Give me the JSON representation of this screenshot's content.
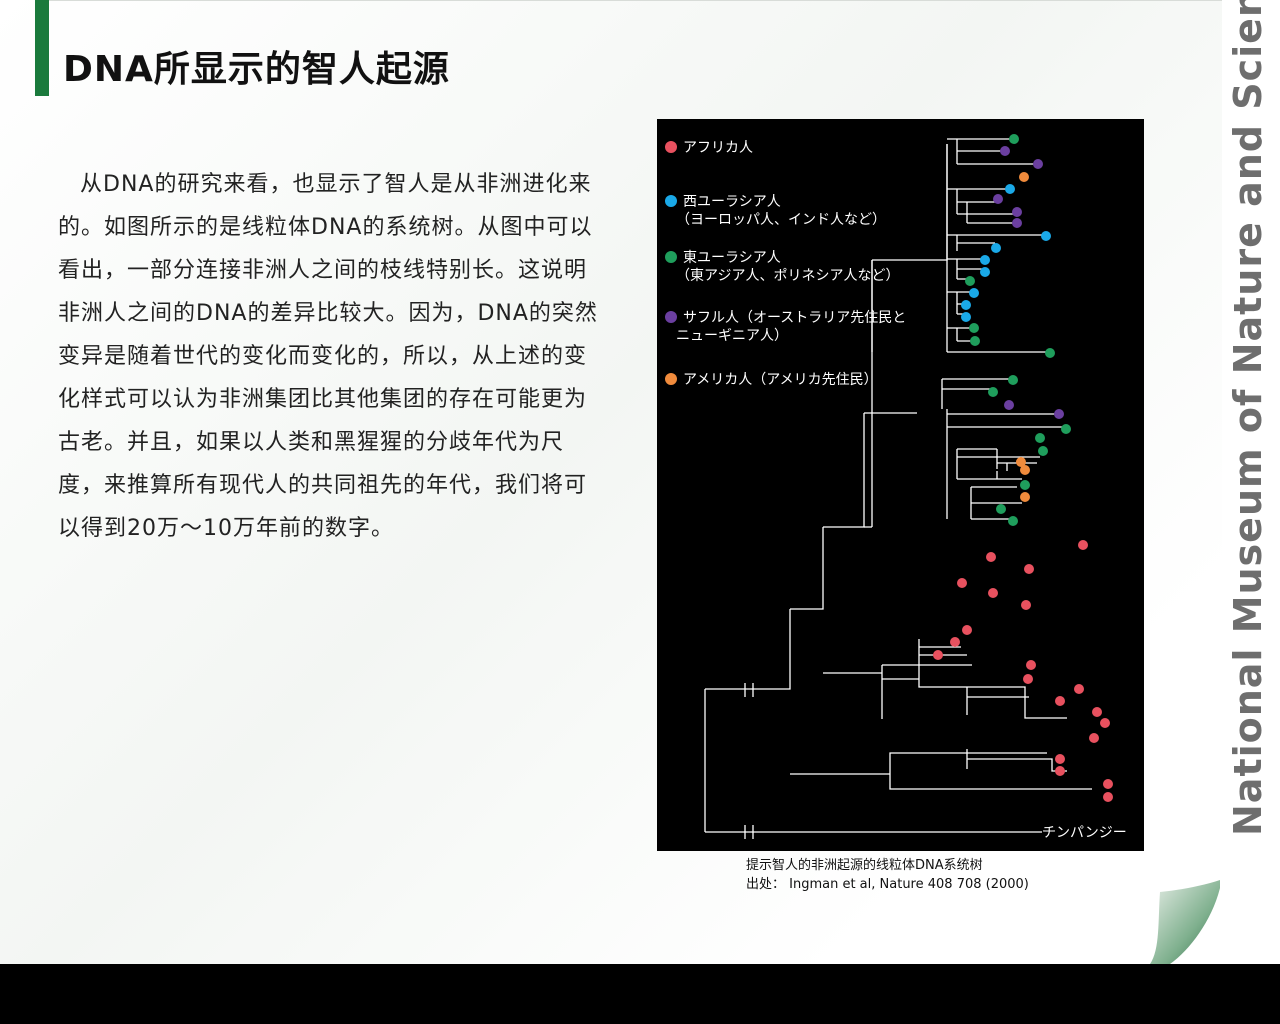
{
  "title": "DNA所显示的智人起源",
  "body": "从DNA的研究来看，也显示了智人是从非洲进化来的。如图所示的是线粒体DNA的系统树。从图中可以看出，一部分连接非洲人之间的枝线特别长。这说明非洲人之间的DNA的差异比较大。因为，DNA的突然变异是随着世代的变化而变化的，所以，从上述的变化样式可以认为非洲集团比其他集团的存在可能更为古老。并且，如果以人类和黑猩猩的分歧年代为尺度，来推算所有现代人的共同祖先的年代，我们将可以得到20万～10万年前的数字。",
  "legend": [
    {
      "label": "アフリカ人",
      "sub": "",
      "color": "#e8515f"
    },
    {
      "label": "西ユーラシア人",
      "sub": "（ヨーロッパ人、インド人など）",
      "color": "#1aa9e8"
    },
    {
      "label": "東ユーラシア人",
      "sub": "（東アジア人、ポリネシア人など）",
      "color": "#1f9e5c"
    },
    {
      "label": "サフル人（オーストラリア先住民と",
      "sub": "ニューギニア人）",
      "color": "#6b3fa0"
    },
    {
      "label": "アメリカ人（アメリカ先住民）",
      "sub": "",
      "color": "#f08b3c"
    }
  ],
  "outgroup_label": "チンパンジー",
  "caption": {
    "line1": "提示智人的非洲起源的线粒体DNA系统树",
    "line2": "出处： Ingman et al, Nature 408 708 (2000)"
  },
  "museum_name": "National Museum of Nature and Science"
}
